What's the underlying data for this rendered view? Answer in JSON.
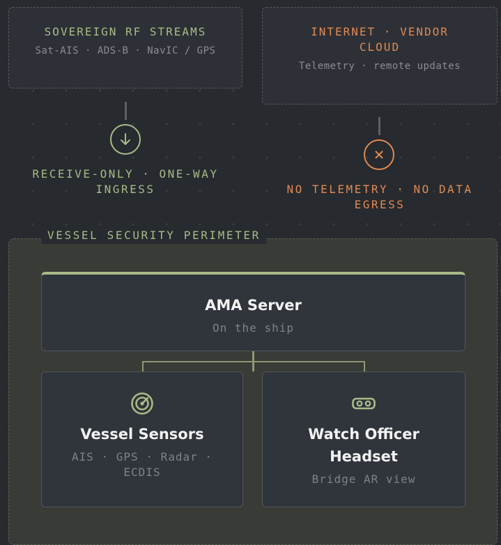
{
  "sources": {
    "sovereign": {
      "title": "SOVEREIGN RF STREAMS",
      "subtitle": "Sat-AIS · ADS-B · NavIC / GPS"
    },
    "internet": {
      "title": "INTERNET · VENDOR CLOUD",
      "subtitle": "Telemetry · remote updates"
    }
  },
  "flows": {
    "ingress": {
      "icon": "arrow-down-icon",
      "label": "RECEIVE-ONLY · ONE-WAY INGRESS",
      "color": "#a9bb86"
    },
    "egress": {
      "icon": "x-icon",
      "label": "NO TELEMETRY · NO DATA EGRESS",
      "color": "#e08a52"
    }
  },
  "perimeter": {
    "label": "VESSEL SECURITY PERIMETER"
  },
  "server": {
    "title": "AMA Server",
    "subtitle": "On the ship"
  },
  "sensors": {
    "icon": "radar-icon",
    "title": "Vessel Sensors",
    "subtitle": "AIS · GPS · Radar · ECDIS"
  },
  "headset": {
    "icon": "headset-icon",
    "title": "Watch Officer Headset",
    "subtitle": "Bridge AR view"
  },
  "colors": {
    "accent_green": "#a9bb86",
    "accent_orange": "#e08a52",
    "background": "#272a2f"
  }
}
